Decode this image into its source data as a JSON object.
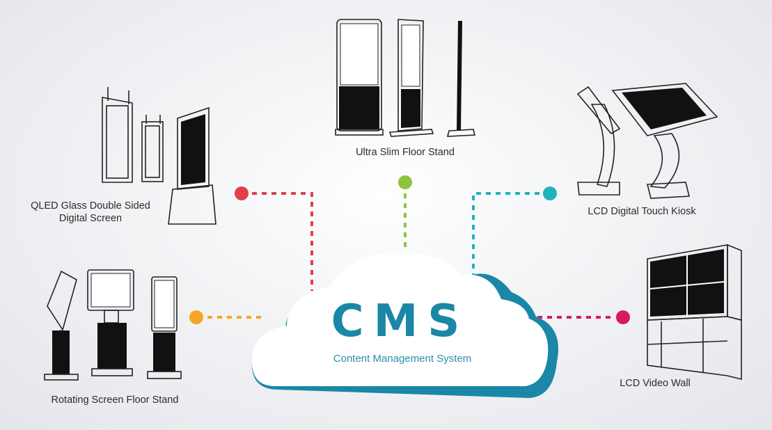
{
  "title": "CMS",
  "subtitle": "Content Management System",
  "devices": [
    {
      "label_lines": [
        "Ultra Slim Floor Stand"
      ],
      "color": "#8cc63f"
    },
    {
      "label_lines": [
        "QLED Glass Double Sided",
        "Digital Screen"
      ],
      "color": "#e0404a"
    },
    {
      "label_lines": [
        "LCD Digital Touch Kiosk"
      ],
      "color": "#1fb3c0"
    },
    {
      "label_lines": [
        "Rotating Screen Floor Stand"
      ],
      "color": "#f5a623"
    },
    {
      "label_lines": [
        "LCD Video Wall"
      ],
      "color": "#d81b60"
    }
  ],
  "colors": {
    "cloud_shadow": "#1a87a6",
    "cms_text": "#1a87a6"
  }
}
